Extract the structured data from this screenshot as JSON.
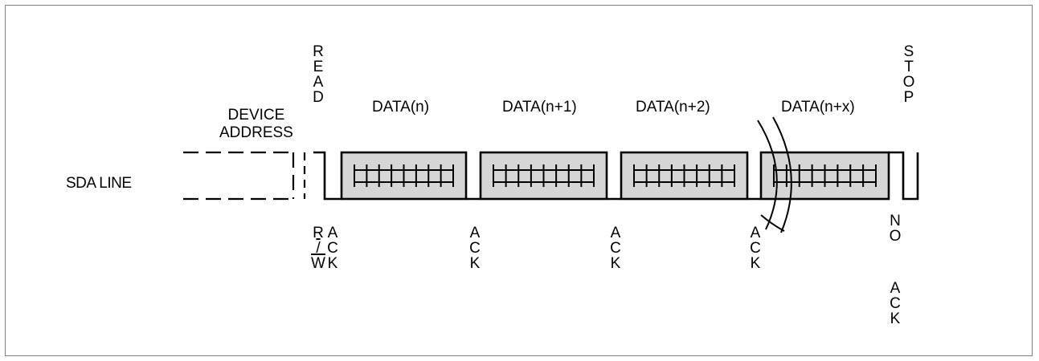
{
  "signal": {
    "name": "SDA LINE"
  },
  "header": {
    "device_address": "DEVICE\nADDRESS",
    "read": "READ",
    "data_n": "DATA(n)",
    "data_n1": "DATA(n+1)",
    "data_n2": "DATA(n+2)",
    "data_nx": "DATA(n+x)",
    "stop": "STOP"
  },
  "footer": {
    "rw_top": "R",
    "rw_slash": "/",
    "rw_bottom": "W",
    "first_ack": "ACK",
    "ack": "ACK",
    "no": "NO",
    "no_ack": "ACK"
  },
  "colors": {
    "byte_fill": "#d6d6d6",
    "line": "#000000",
    "frame": "#7f7f7f"
  }
}
